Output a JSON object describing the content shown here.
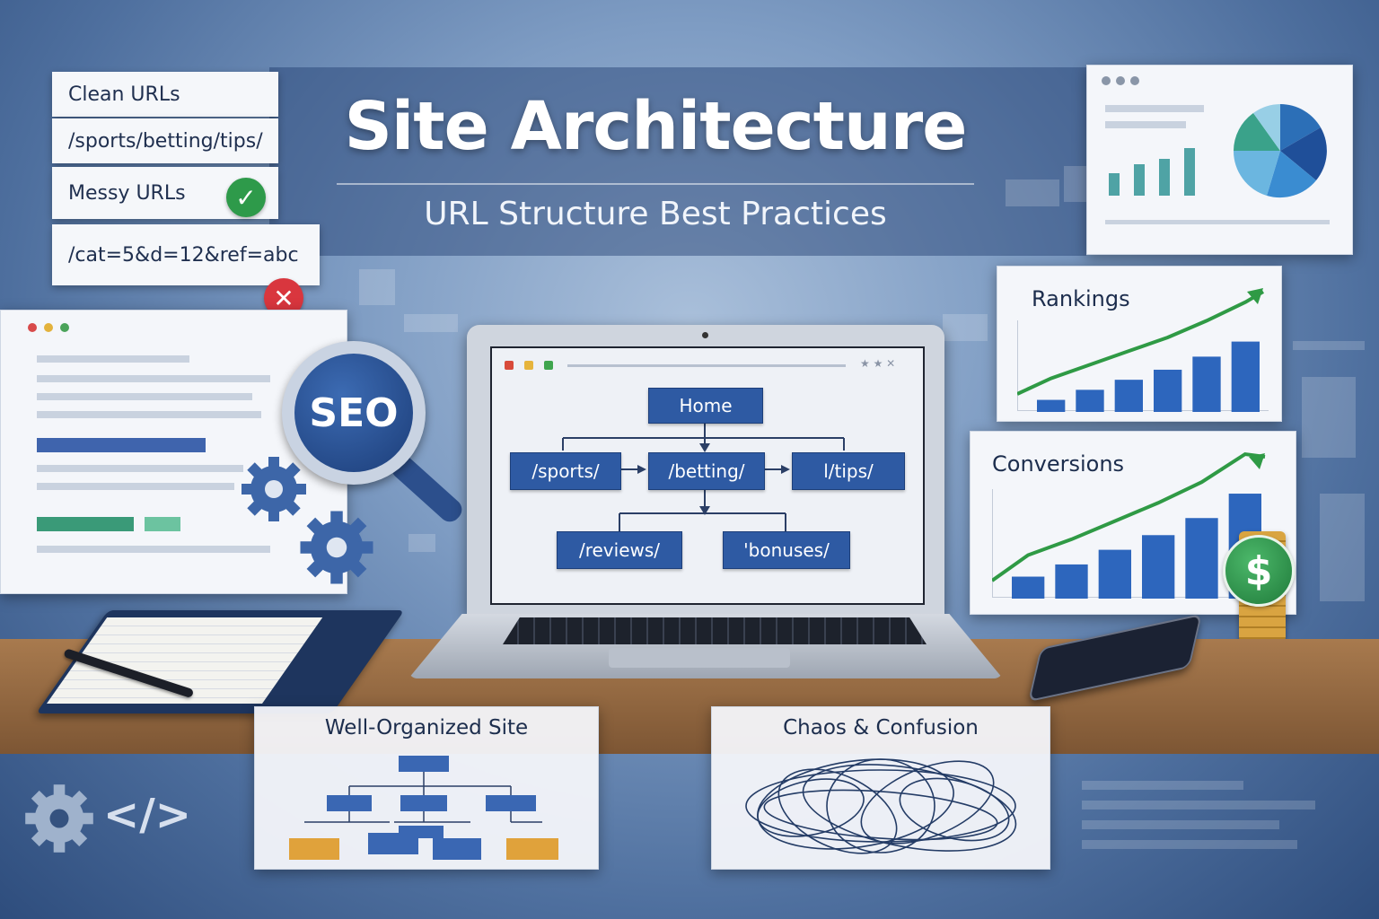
{
  "header": {
    "title": "Site Architecture",
    "subtitle": "URL Structure Best Practices"
  },
  "url_panel": {
    "clean_label": "Clean URLs",
    "clean_example": "/sports/betting/tips/",
    "messy_label": "Messy URLs",
    "messy_example": "/cat=5&d=12&ref=abc",
    "check_glyph": "✓",
    "cross_glyph": "✕"
  },
  "seo": {
    "label": "SEO"
  },
  "laptop": {
    "tree": {
      "home": "Home",
      "sports": "/sports/",
      "betting": "/betting/",
      "tips": "l/tips/",
      "reviews": "/reviews/",
      "bonuses": "'bonuses/"
    }
  },
  "rankings": {
    "title": "Rankings",
    "bars": [
      0.12,
      0.22,
      0.32,
      0.42,
      0.55,
      0.7
    ]
  },
  "conversions": {
    "title": "Conversions",
    "bars": [
      0.18,
      0.28,
      0.4,
      0.52,
      0.66,
      0.86
    ],
    "dollar_glyph": "$"
  },
  "comparison": {
    "organized_title": "Well-Organized Site",
    "chaos_title": "Chaos & Confusion"
  },
  "code_glyph": "</>",
  "colors": {
    "accent_blue": "#2e5aa3",
    "check_green": "#2e9a4a",
    "cross_red": "#d9363e",
    "trend_green": "#2f9a45"
  }
}
